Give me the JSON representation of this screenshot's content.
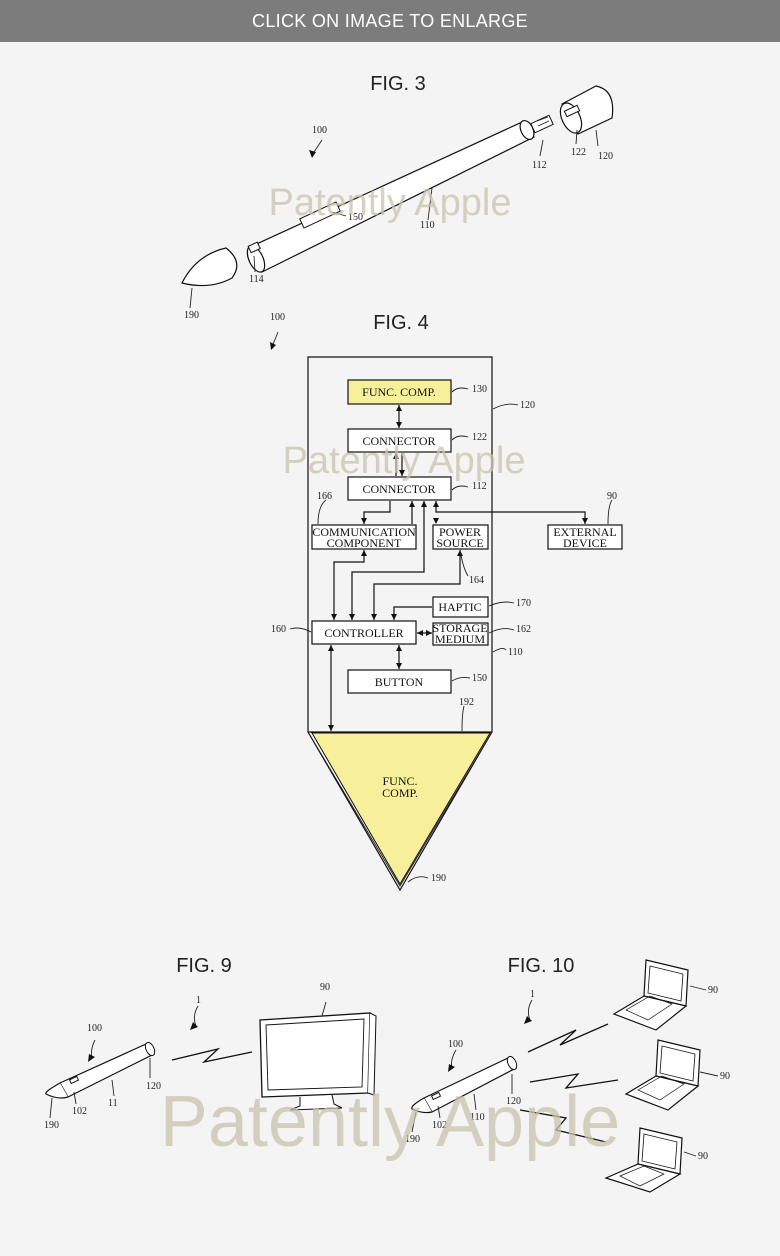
{
  "banner": {
    "text": "CLICK ON IMAGE TO ENLARGE"
  },
  "watermark": {
    "text": "Patently Apple",
    "color": "#c9c3ac"
  },
  "highlight_color": "#f7ef9a",
  "fig3": {
    "title": "FIG. 3",
    "refs": {
      "r100": "100",
      "r112": "112",
      "r122": "122",
      "r120": "120",
      "r150": "150",
      "r110": "110",
      "r114": "114",
      "r190": "190"
    }
  },
  "fig4": {
    "title": "FIG. 4",
    "refs": {
      "r100": "100",
      "r130": "130",
      "r120": "120",
      "r122": "122",
      "r112": "112",
      "r166": "166",
      "r90": "90",
      "r164": "164",
      "r170": "170",
      "r160": "160",
      "r162": "162",
      "r110": "110",
      "r150": "150",
      "r192": "192",
      "r190": "190"
    },
    "boxes": {
      "func_comp_top": "FUNC. COMP.",
      "connector_top": "CONNECTOR",
      "connector_bottom": "CONNECTOR",
      "comm_line1": "COMMUNICATION",
      "comm_line2": "COMPONENT",
      "power_line1": "POWER",
      "power_line2": "SOURCE",
      "external_line1": "EXTERNAL",
      "external_line2": "DEVICE",
      "haptic": "HAPTIC",
      "controller": "CONTROLLER",
      "storage_line1": "STORAGE",
      "storage_line2": "MEDIUM",
      "button": "BUTTON",
      "tip_line1": "FUNC.",
      "tip_line2": "COMP."
    }
  },
  "fig9": {
    "title": "FIG. 9",
    "refs": {
      "r1": "1",
      "r100": "100",
      "r90": "90",
      "r190": "190",
      "r102": "102",
      "r11": "11",
      "r120": "120"
    }
  },
  "fig10": {
    "title": "FIG. 10",
    "refs": {
      "r1": "1",
      "r100": "100",
      "r90a": "90",
      "r90b": "90",
      "r90c": "90",
      "r190": "190",
      "r102": "102",
      "r110": "110",
      "r120": "120"
    }
  }
}
